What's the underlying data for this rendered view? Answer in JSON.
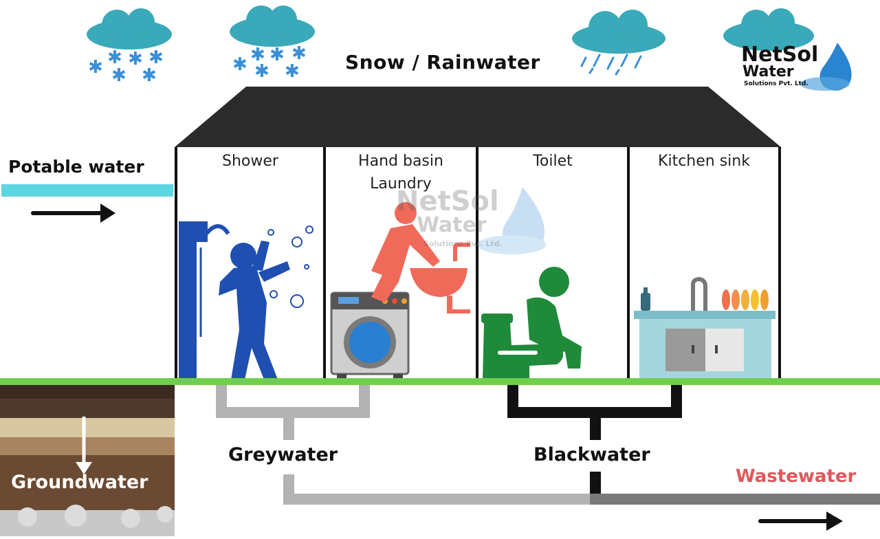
{
  "title": "Snow / Rainwater",
  "inputs": {
    "potable": "Potable water"
  },
  "rooms": {
    "shower": "Shower",
    "hand_basin": "Hand basin",
    "laundry": "Laundry",
    "toilet": "Toilet",
    "kitchen_sink": "Kitchen sink"
  },
  "flows": {
    "greywater": "Greywater",
    "blackwater": "Blackwater",
    "wastewater": "Wastewater",
    "groundwater": "Groundwater"
  },
  "brand": {
    "name_line1": "NetSol",
    "name_line2": "Water",
    "tagline": "Solutions Pvt. Ltd."
  },
  "colors": {
    "roof": "#2b2b2b",
    "cloud": "#3aa9b9",
    "snow": "#3a8fd8",
    "potable_water": "#5cd6e0",
    "grass": "#6fcf4a",
    "grey_pipe": "#b3b3b3",
    "black_pipe": "#111111",
    "waste_pipe": "#7a7a7a",
    "person_shower": "#1f4fb0",
    "person_basin": "#f06a5a",
    "person_toilet": "#1f8a3a",
    "kitchen": "#a5d6dc",
    "wastewater_text": "#e0585b"
  }
}
